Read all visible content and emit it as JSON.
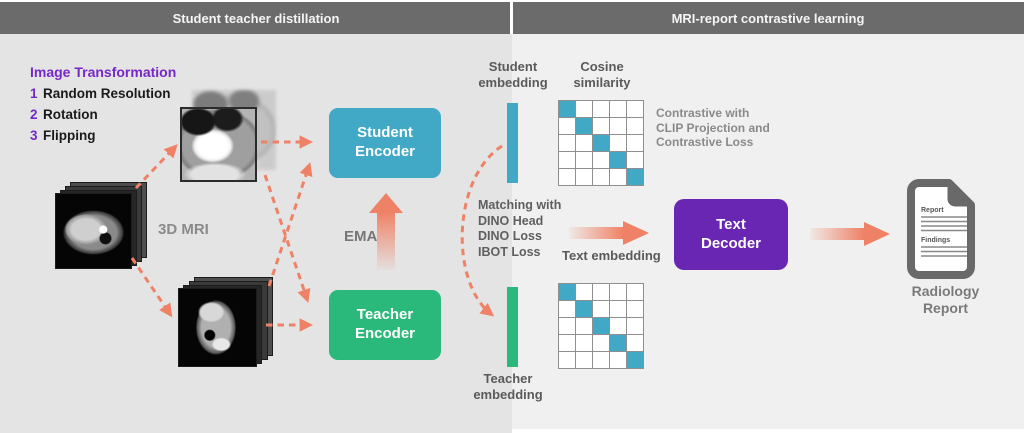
{
  "header": {
    "left": "Student teacher distillation",
    "right": "MRI-report contrastive learning"
  },
  "left_panel": {
    "transform": {
      "title": "Image Transformation",
      "items": [
        {
          "num": "1",
          "label": "Random Resolution"
        },
        {
          "num": "2",
          "label": "Rotation"
        },
        {
          "num": "3",
          "label": "Flipping"
        }
      ]
    },
    "mri_label": "3D MRI",
    "ema_label": "EMA",
    "student_encoder_label": "Student Encoder",
    "teacher_encoder_label": "Teacher Encoder"
  },
  "right_panel": {
    "student_embedding_label": "Student embedding",
    "cosine_similarity_label": "Cosine similarity",
    "contrastive_note": [
      "Contrastive with",
      "CLIP Projection and",
      "Contrastive Loss"
    ],
    "matching_note": [
      "Matching with",
      "DINO Head",
      "DINO Loss",
      "IBOT Loss"
    ],
    "text_embedding_label": "Text embedding",
    "teacher_embedding_label": "Teacher embedding",
    "text_decoder_label": "Text Decoder",
    "report_icon": {
      "title": "Report",
      "section": "Findings"
    },
    "radiology_report_label": "Radiology Report",
    "similarity_matrices": {
      "count": 2,
      "size": 5,
      "pattern": "diagonal-filled"
    }
  },
  "colors": {
    "header_bg": "#6b6b6b",
    "left_bg": "#e4e4e4",
    "right_bg": "#f0f0f0",
    "teal": "#41a9c5",
    "green": "#2bb97b",
    "purple_box": "#6826b3",
    "purple_text": "#7527c9",
    "salmon": "#ef8266",
    "matrix_grid": "#8f8f8f"
  }
}
